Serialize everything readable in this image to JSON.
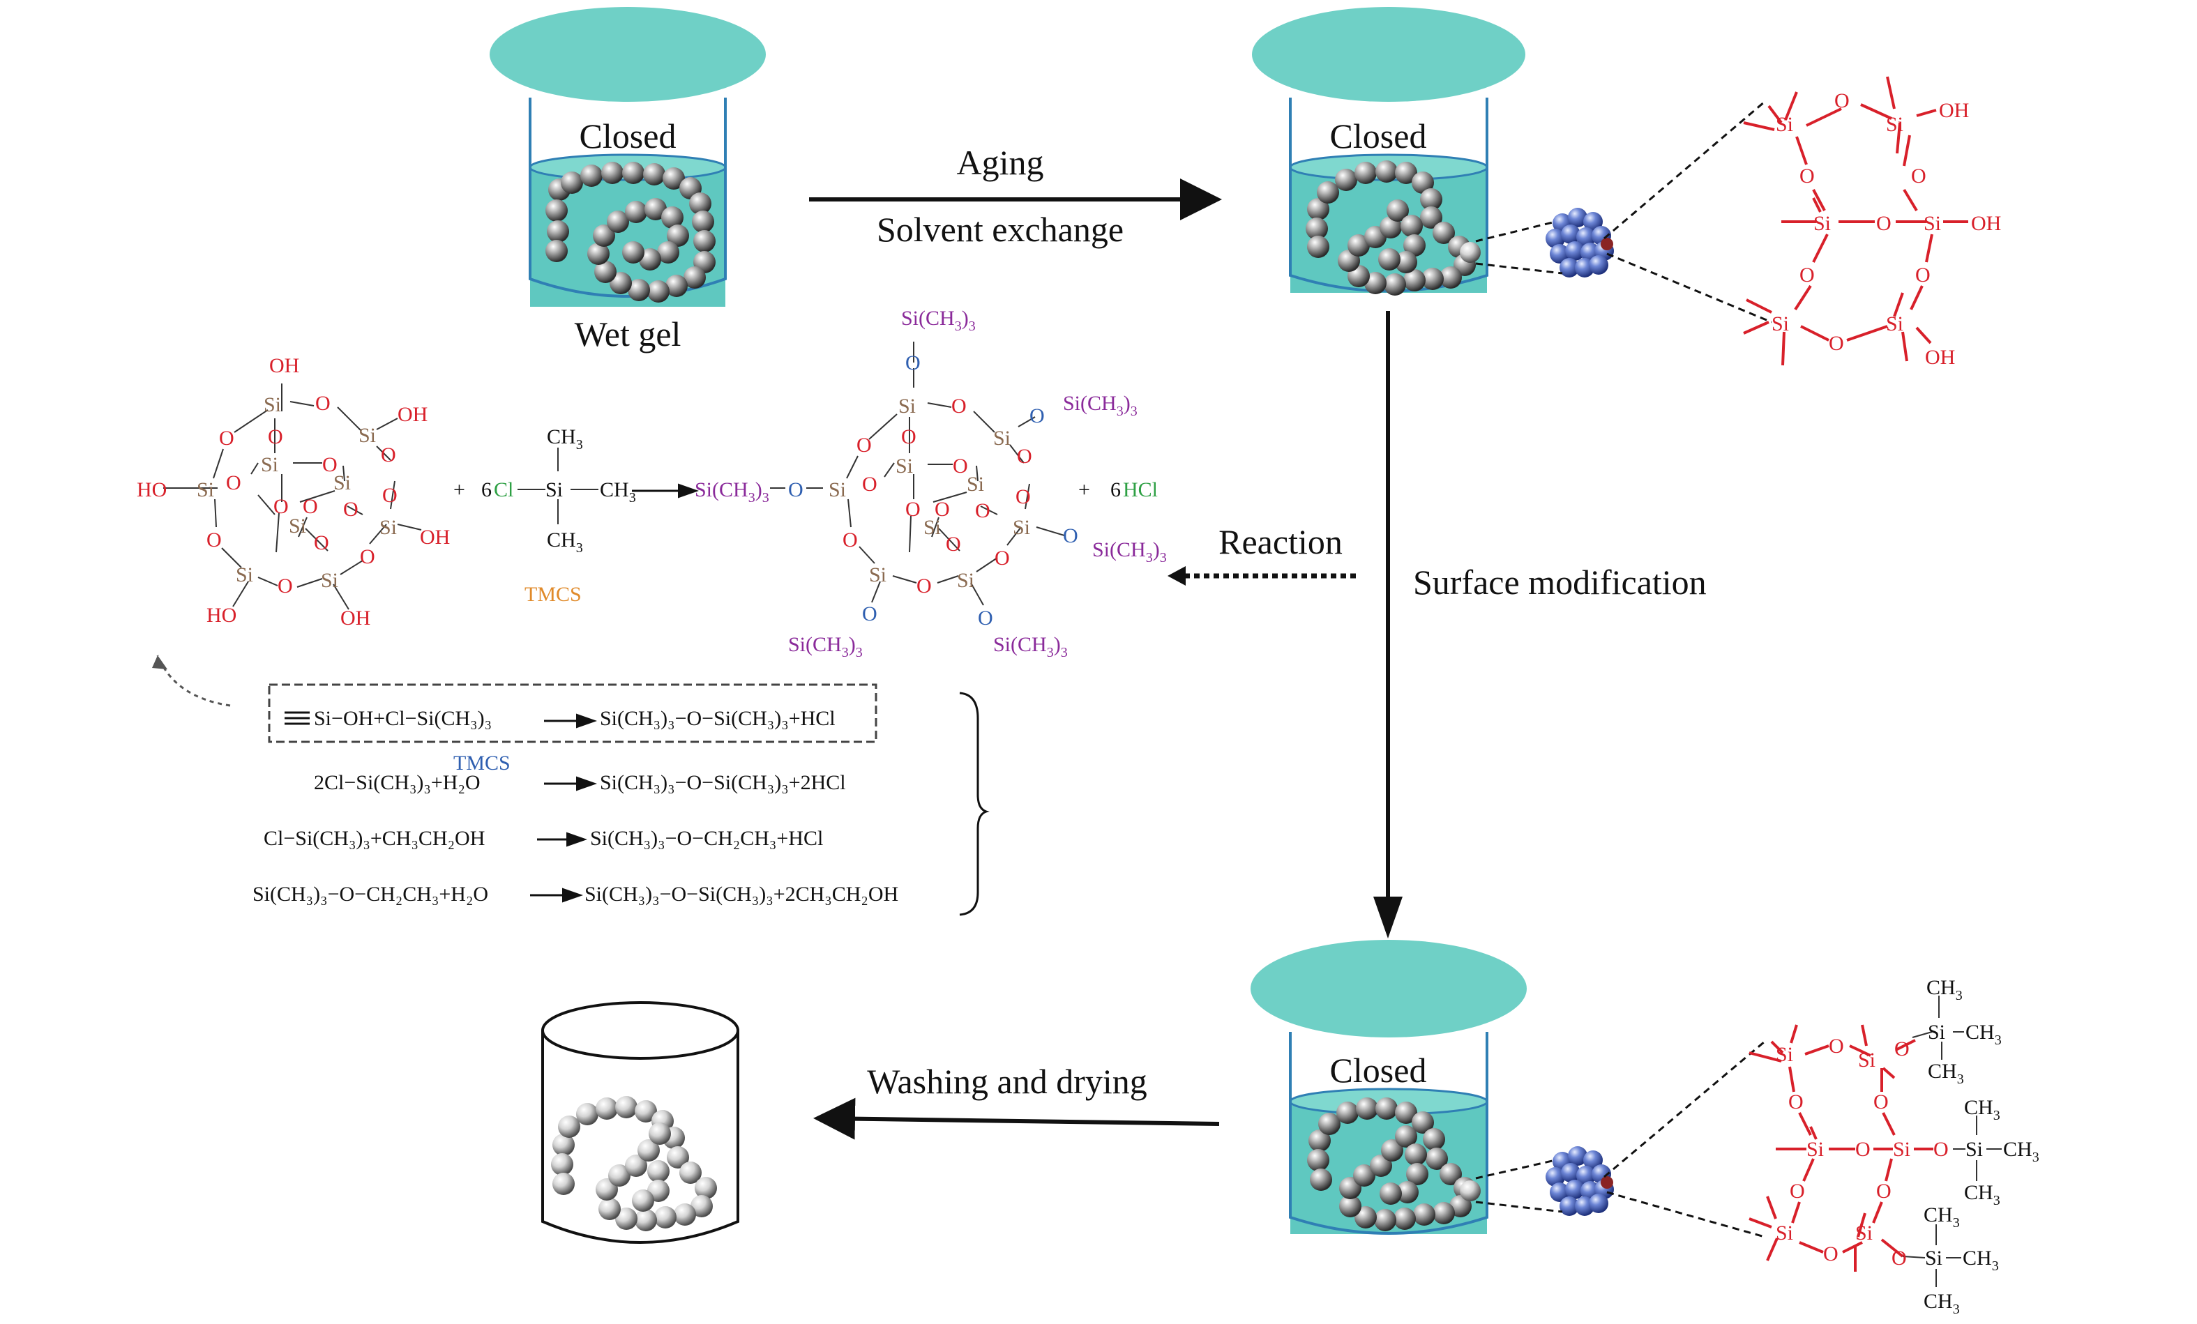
{
  "colors": {
    "liquid": "#5fc8c0",
    "lid": "#6fd0c6",
    "beaker_edge": "#2f7fb4",
    "silica_red": "#d8202a",
    "chlorine_green": "#2ea044",
    "tmcs_orange": "#e08a2a",
    "link_blue": "#2f5fb0",
    "methyl_purple": "#8a2a9a",
    "si_brown": "#8a6a50",
    "text_dark": "#111111"
  },
  "labels": {
    "closed": "Closed",
    "wet_gel": "Wet gel",
    "aging": "Aging",
    "solvent_exchange": "Solvent exchange",
    "reaction": "Reaction",
    "surface_modification": "Surface modification",
    "washing_and_drying": "Washing and drying",
    "tmcs": "TMCS",
    "tmcs_blue": "TMCS"
  },
  "atoms": {
    "si": "Si",
    "o": "O",
    "oh": "OH",
    "ho": "HO",
    "ch3": "CH",
    "sub3": "3",
    "si_ch3_3": "Si(CH",
    "close3": ")",
    "cl": "Cl",
    "hcl": "HCl"
  },
  "scheme": {
    "plus": "+",
    "six": "6",
    "six_cl": "6"
  },
  "equations": [
    {
      "lhs": "Si−OH+Cl−Si(CH₃)₃",
      "rhs": "Si(CH₃)₃−O−Si(CH₃)₃+HCl"
    },
    {
      "lhs": "2Cl−Si(CH₃)₃+H₂O",
      "rhs": "Si(CH₃)₃−O−Si(CH₃)₃+2HCl"
    },
    {
      "lhs": "Cl−Si(CH₃)₃+CH₃CH₂OH",
      "rhs": "Si(CH₃)₃−O−CH₂CH₃+HCl"
    },
    {
      "lhs": "Si(CH₃)₃−O−CH₂CH₃+H₂O",
      "rhs": "Si(CH₃)₃−O−Si(CH₃)₃+2CH₃CH₂OH"
    }
  ]
}
